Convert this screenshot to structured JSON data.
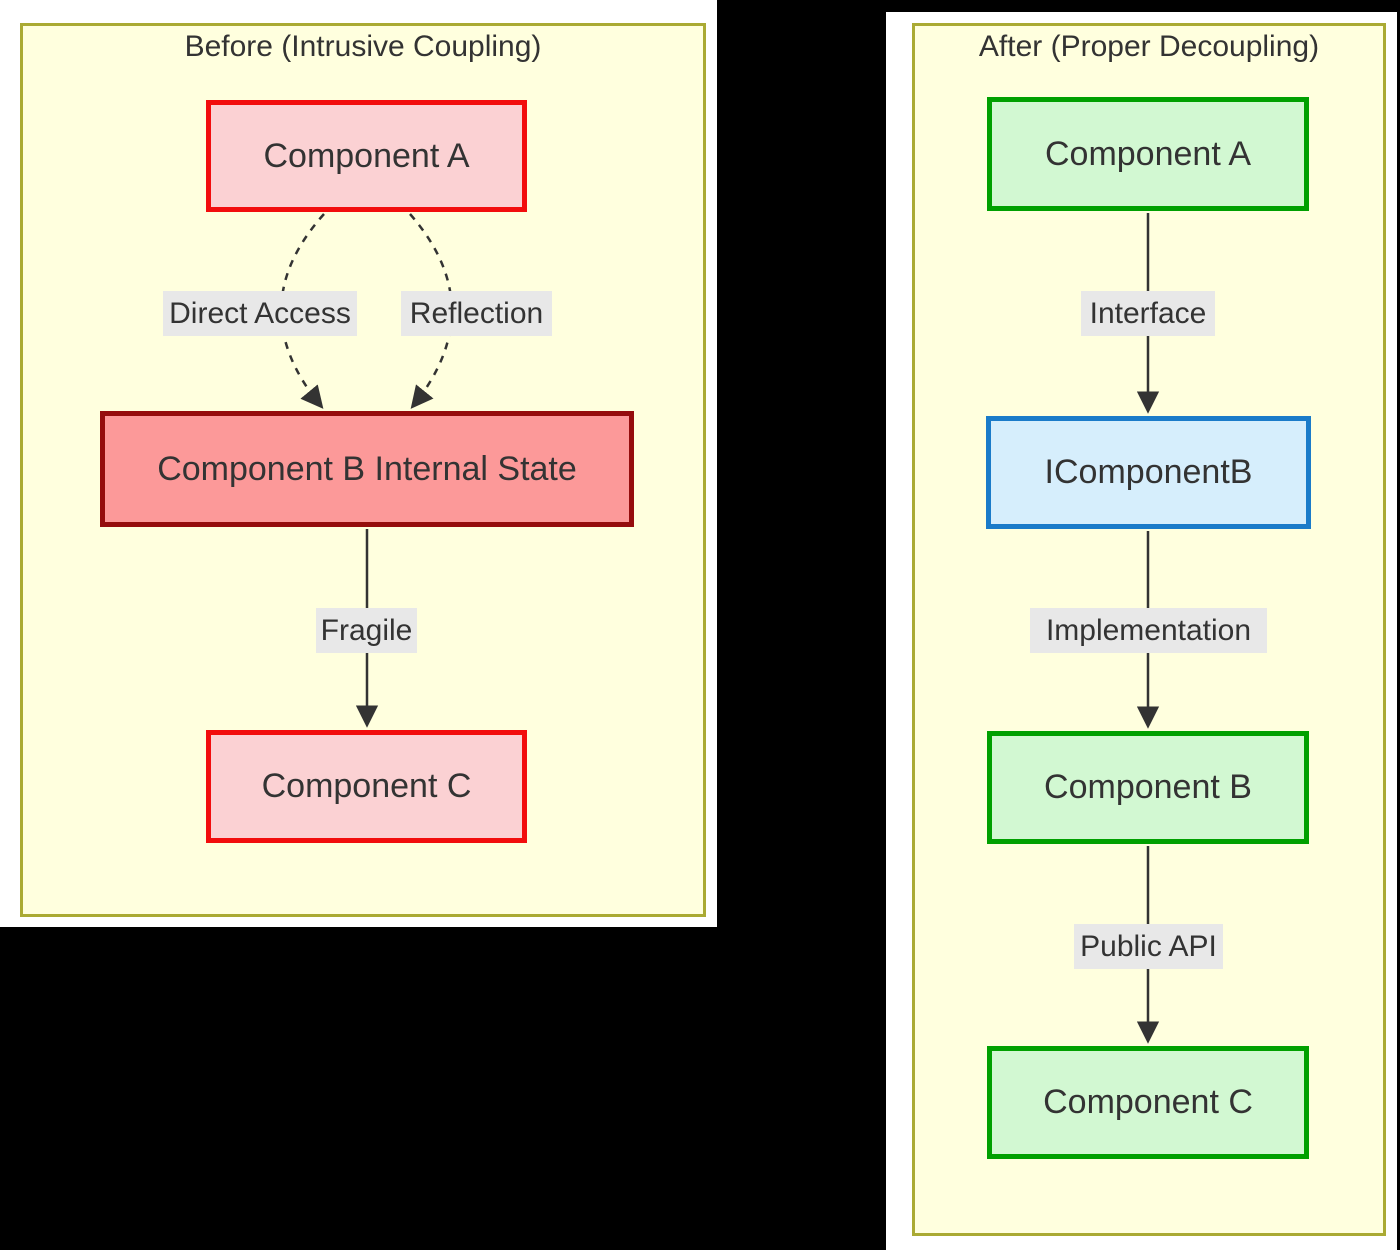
{
  "diagram": {
    "type": "flowchart-comparison",
    "colors": {
      "page_background": "#000000",
      "canvas_background": "#ffffff",
      "panel_fill": "#ffffde",
      "panel_border": "#aaaa33",
      "edge_label_background": "#e8e8e8",
      "text": "#333333",
      "arrow": "#333333",
      "bad_node_fill": "#fbd1d3",
      "bad_node_border": "#f20d0d",
      "bad_state_fill": "#fc9999",
      "bad_state_border": "#950d0d",
      "good_node_fill": "#d2f8d2",
      "good_node_border": "#00a000",
      "interface_node_fill": "#d6eefc",
      "interface_node_border": "#1a7bc9"
    },
    "panels": [
      {
        "title": "Before (Intrusive Coupling)",
        "nodes": [
          {
            "id": "A",
            "label": "Component A"
          },
          {
            "id": "B",
            "label": "Component B Internal State"
          },
          {
            "id": "C",
            "label": "Component C"
          }
        ],
        "edges": [
          {
            "from": "A",
            "to": "B",
            "label": "Direct Access",
            "style": "dotted"
          },
          {
            "from": "A",
            "to": "B",
            "label": "Reflection",
            "style": "dotted"
          },
          {
            "from": "B",
            "to": "C",
            "label": "Fragile",
            "style": "solid"
          }
        ]
      },
      {
        "title": "After (Proper Decoupling)",
        "nodes": [
          {
            "id": "A2",
            "label": "Component A"
          },
          {
            "id": "IB",
            "label": "IComponentB"
          },
          {
            "id": "B2",
            "label": "Component B"
          },
          {
            "id": "C2",
            "label": "Component C"
          }
        ],
        "edges": [
          {
            "from": "A2",
            "to": "IB",
            "label": "Interface",
            "style": "solid"
          },
          {
            "from": "IB",
            "to": "B2",
            "label": "Implementation",
            "style": "solid"
          },
          {
            "from": "B2",
            "to": "C2",
            "label": "Public API",
            "style": "solid"
          }
        ]
      }
    ]
  }
}
